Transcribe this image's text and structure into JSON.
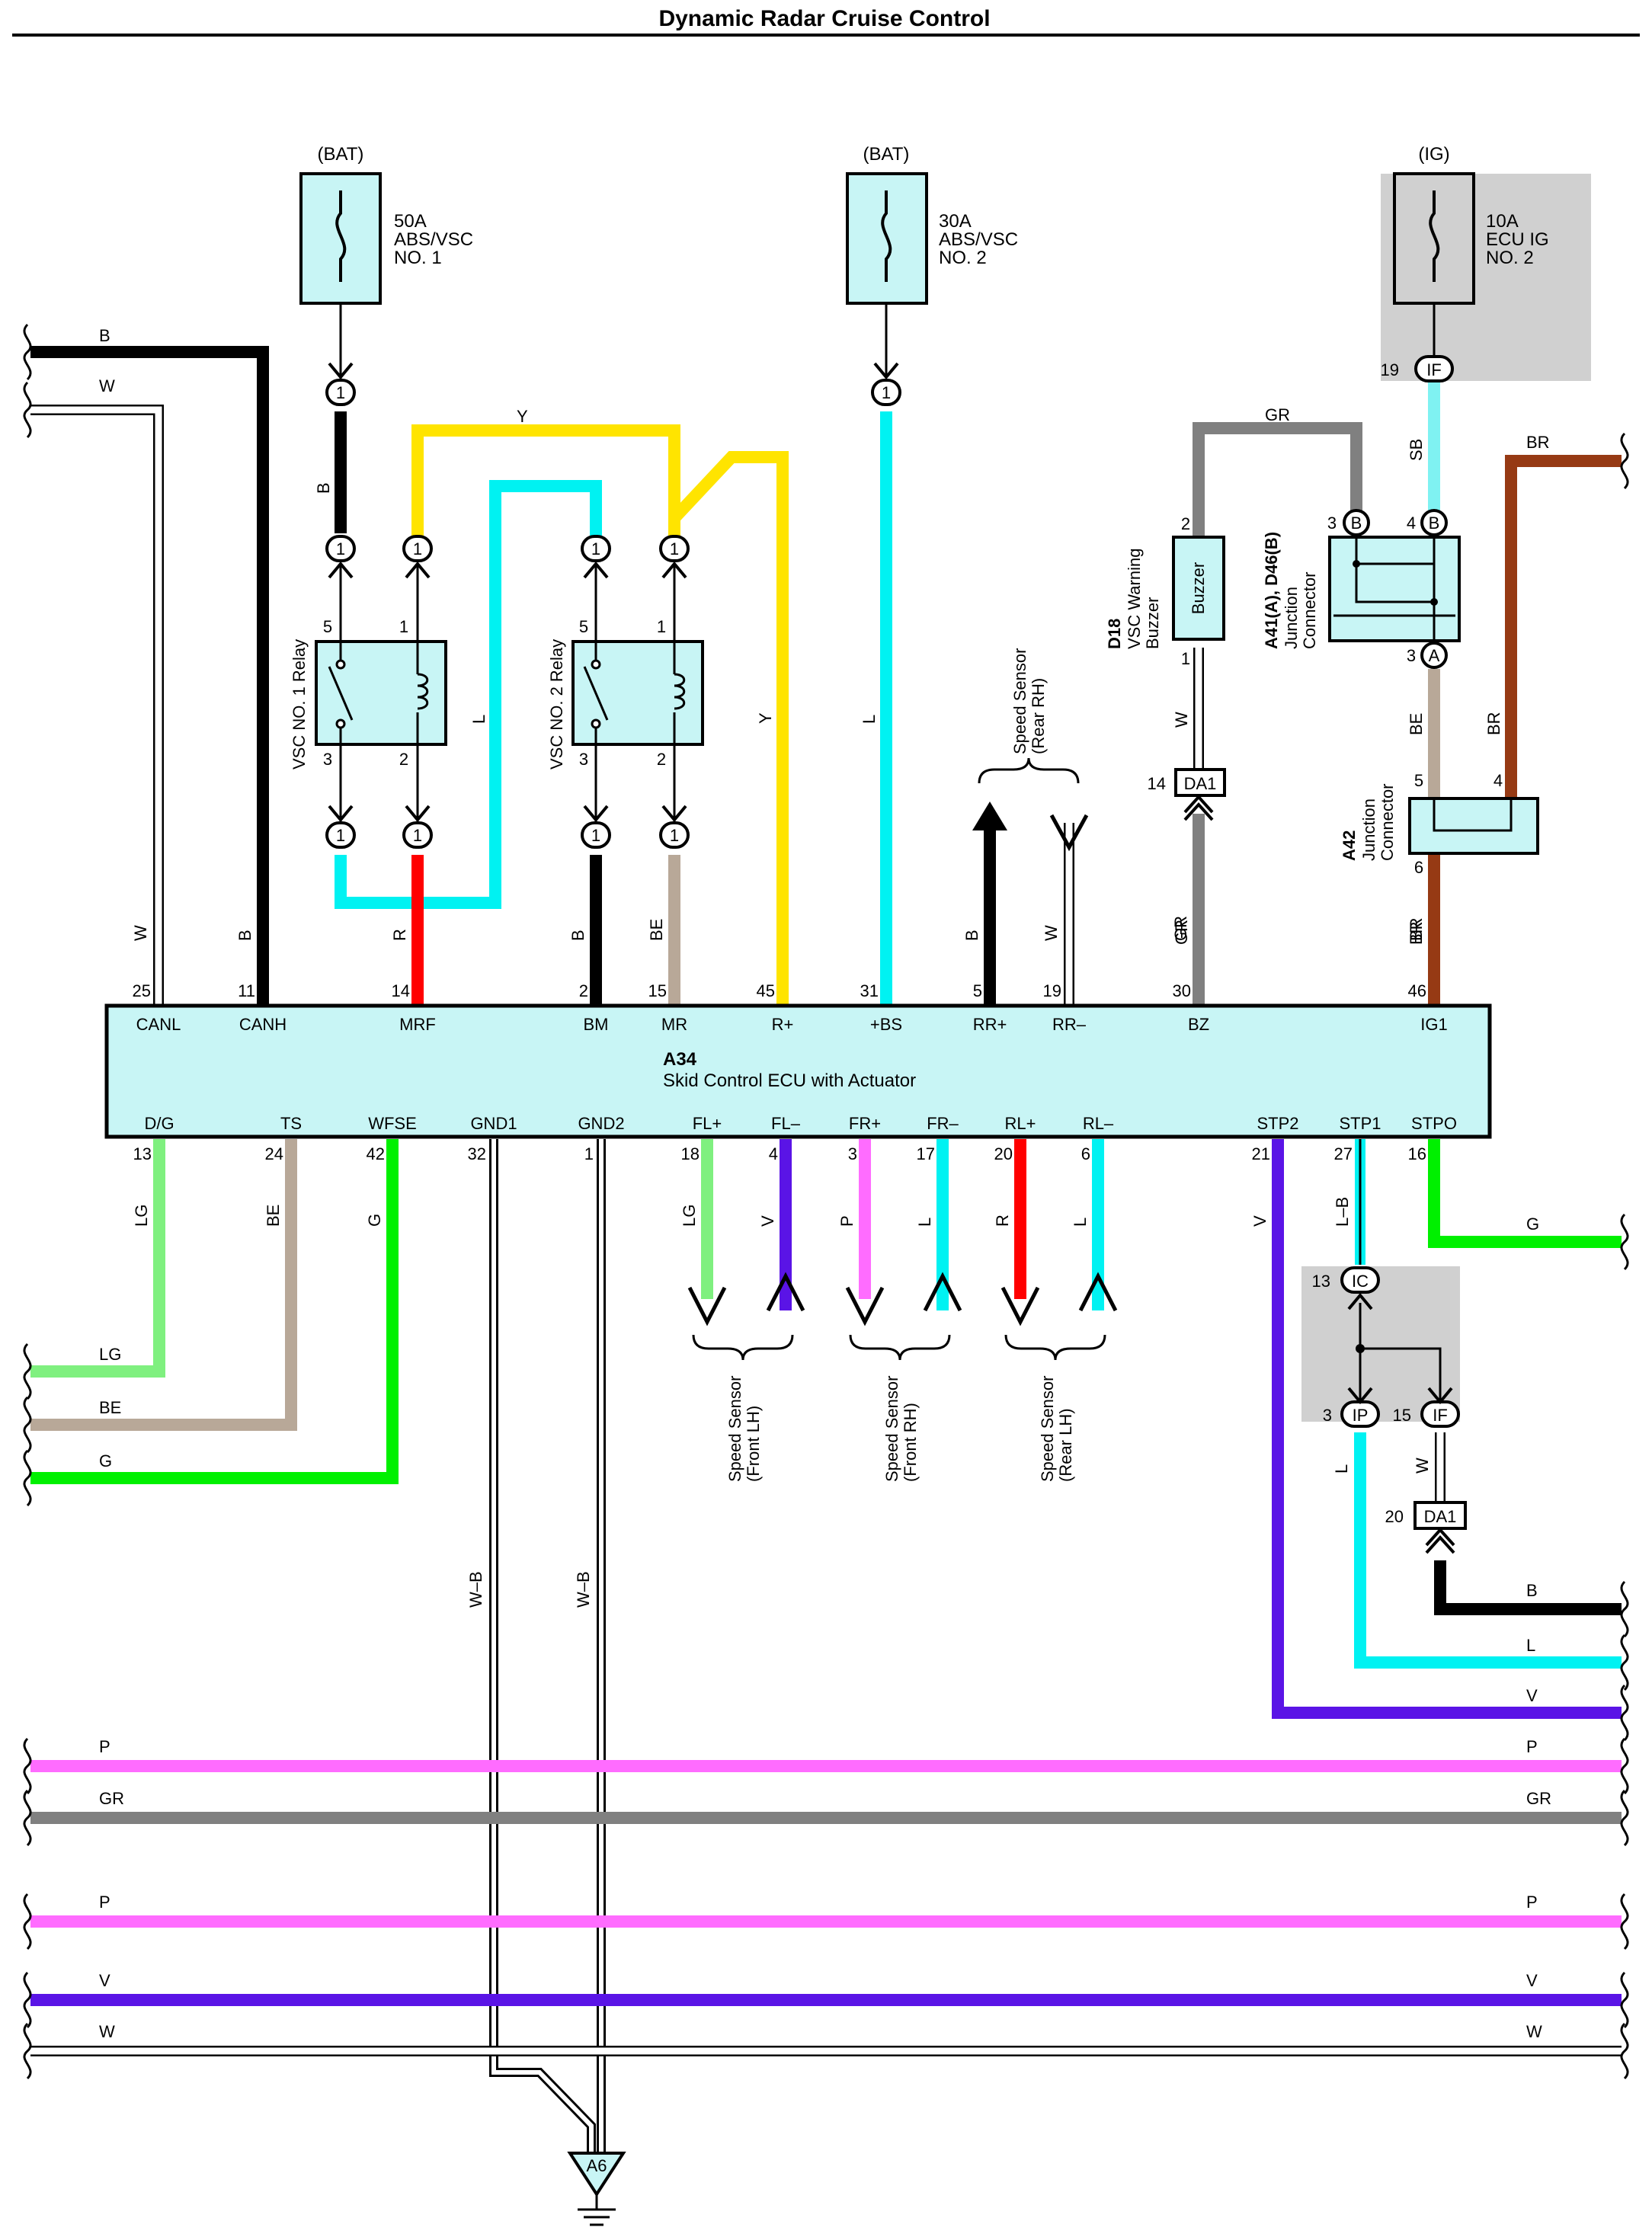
{
  "title": "Dynamic Radar Cruise Control",
  "colors": {
    "B": "#000000",
    "W": "#ffffff",
    "Y": "#ffe400",
    "L": "#00f2f2",
    "R": "#ff0000",
    "BE": "#b8a898",
    "GR": "#808080",
    "SB": "#7ff2f2",
    "BR": "#963a14",
    "LG": "#7ff07f",
    "G": "#00f000",
    "V": "#5a14e6",
    "P": "#ff6cff",
    "box": "#c8f5f5",
    "shade": "#d0d0d0"
  },
  "fuses": [
    {
      "source": "(BAT)",
      "lines": [
        "50A",
        "ABS/VSC",
        "NO. 1"
      ]
    },
    {
      "source": "(BAT)",
      "lines": [
        "30A",
        "ABS/VSC",
        "NO. 2"
      ]
    },
    {
      "source": "(IG)",
      "lines": [
        "10A",
        "ECU IG",
        "NO. 2"
      ]
    }
  ],
  "relays": [
    {
      "name": "VSC NO. 1 Relay",
      "pins": [
        "5",
        "1",
        "3",
        "2"
      ]
    },
    {
      "name": "VSC NO. 2 Relay",
      "pins": [
        "5",
        "1",
        "3",
        "2"
      ]
    }
  ],
  "buzzer": {
    "code": "D18",
    "name_lines": [
      "VSC Warning",
      "Buzzer"
    ],
    "label": "Buzzer",
    "pin_top": "2",
    "pin_bottom": "1"
  },
  "junction_a41": {
    "code": "A41(A), D46(B)",
    "name_lines": [
      "Junction",
      "Connector"
    ],
    "pins": [
      "3",
      "B",
      "4",
      "B",
      "3",
      "A"
    ]
  },
  "junction_a42": {
    "code": "A42",
    "name_lines": [
      "Junction",
      "Connector"
    ],
    "pins": [
      "5",
      "4",
      "6"
    ]
  },
  "connectors": {
    "ig_pin": "19",
    "ig_code": "IF",
    "one": "1",
    "da1_top_pin": "14",
    "da1": "DA1",
    "da1_bottom_pin": "20",
    "ic_pin": "13",
    "ic": "IC",
    "ip_pin": "3",
    "ip": "IP",
    "if2_pin": "15",
    "if2": "IF"
  },
  "ecu": {
    "code": "A34",
    "name": "Skid Control ECU with Actuator",
    "top_pins": [
      {
        "num": "25",
        "name": "CANL",
        "wire": "W"
      },
      {
        "num": "11",
        "name": "CANH",
        "wire": "B"
      },
      {
        "num": "14",
        "name": "MRF",
        "wire": "R"
      },
      {
        "num": "2",
        "name": "BM",
        "wire": "B"
      },
      {
        "num": "15",
        "name": "MR",
        "wire": "BE"
      },
      {
        "num": "45",
        "name": "R+",
        "wire": ""
      },
      {
        "num": "31",
        "name": "+BS",
        "wire": ""
      },
      {
        "num": "5",
        "name": "RR+",
        "wire": "B"
      },
      {
        "num": "19",
        "name": "RR–",
        "wire": "W"
      },
      {
        "num": "30",
        "name": "BZ",
        "wire": "GR"
      },
      {
        "num": "46",
        "name": "IG1",
        "wire": "BR"
      }
    ],
    "bottom_pins": [
      {
        "num": "13",
        "name": "D/G",
        "wire": "LG"
      },
      {
        "num": "24",
        "name": "TS",
        "wire": "BE"
      },
      {
        "num": "42",
        "name": "WFSE",
        "wire": "G"
      },
      {
        "num": "32",
        "name": "GND1",
        "wire": "W–B"
      },
      {
        "num": "1",
        "name": "GND2",
        "wire": "W–B"
      },
      {
        "num": "18",
        "name": "FL+",
        "wire": "LG"
      },
      {
        "num": "4",
        "name": "FL–",
        "wire": "V"
      },
      {
        "num": "3",
        "name": "FR+",
        "wire": "P"
      },
      {
        "num": "17",
        "name": "FR–",
        "wire": "L"
      },
      {
        "num": "20",
        "name": "RL+",
        "wire": "R"
      },
      {
        "num": "6",
        "name": "RL–",
        "wire": "L"
      },
      {
        "num": "21",
        "name": "STP2",
        "wire": "V"
      },
      {
        "num": "27",
        "name": "STP1",
        "wire": "L–B"
      },
      {
        "num": "16",
        "name": "STPO",
        "wire": ""
      }
    ]
  },
  "wire_labels": {
    "relay_feed": "B",
    "relay_top": "Y",
    "relay_y": "Y",
    "relay_l": "L",
    "bs": "L",
    "gr_top": "GR",
    "sb": "SB",
    "br_top": "BR",
    "be_mid": "BE",
    "br_mid": "BR",
    "br_low": "BR",
    "w_buzzer": "W",
    "gr_bz": "GR",
    "stpo_g": "G",
    "w_if": "W",
    "l_ip": "L"
  },
  "speed_sensors": [
    {
      "lines": [
        "Speed Sensor",
        "(Rear RH)"
      ]
    },
    {
      "lines": [
        "Speed Sensor",
        "(Front LH)"
      ]
    },
    {
      "lines": [
        "Speed Sensor",
        "(Front RH)"
      ]
    },
    {
      "lines": [
        "Speed Sensor",
        "(Rear LH)"
      ]
    }
  ],
  "left_wires": [
    "B",
    "W",
    "LG",
    "BE",
    "G"
  ],
  "right_wires": [
    "BR",
    "G",
    "B",
    "L",
    "V"
  ],
  "through_wires": [
    {
      "left": "P",
      "right": "P"
    },
    {
      "left": "GR",
      "right": "GR"
    },
    {
      "left": "P",
      "right": "P"
    },
    {
      "left": "V",
      "right": "V"
    },
    {
      "left": "W",
      "right": "W"
    }
  ],
  "ground": {
    "label": "A6"
  }
}
